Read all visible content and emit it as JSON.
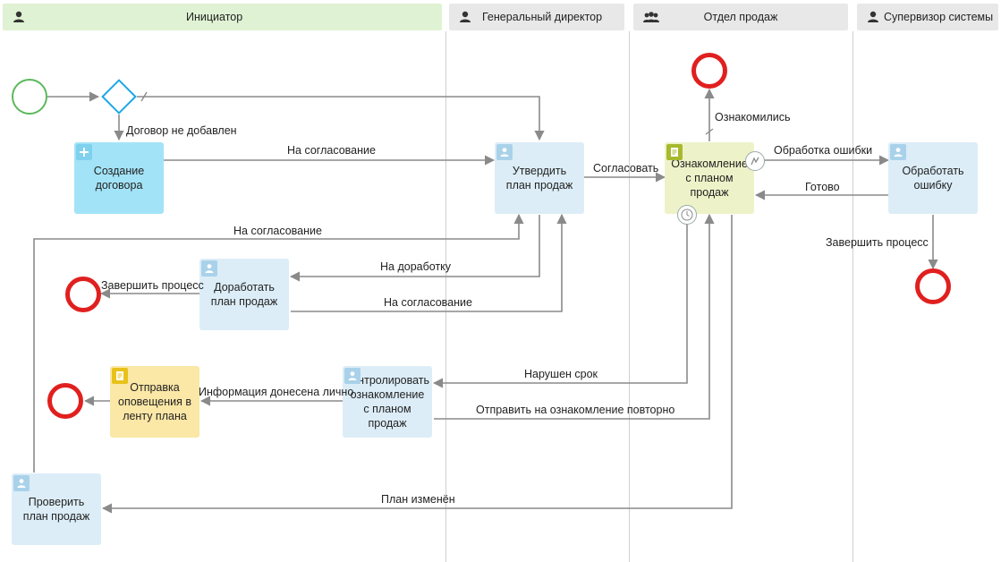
{
  "lanes": [
    {
      "name": "Инициатор",
      "color": "#dff2d3",
      "icon": "user-icon"
    },
    {
      "name": "Генеральный директор",
      "color": "#e8e8e8",
      "icon": "user-icon"
    },
    {
      "name": "Отдел продаж",
      "color": "#e8e8e8",
      "icon": "group-icon"
    },
    {
      "name": "Супервизор системы",
      "color": "#e8e8e8",
      "icon": "user-icon"
    }
  ],
  "tasks": {
    "create_contract": "Создание\nдоговора",
    "approve_plan": "Утвердить\nплан продаж",
    "review_plan": "Ознакомление\nс планом\nпродаж",
    "handle_error": "Обработать\nошибку",
    "rework_plan": "Доработать\nплан продаж",
    "notify_feed": "Отправка\nоповещения в\nленту плана",
    "control_review": "Контролировать\nознакомление\nс планом\nпродаж",
    "check_plan": "Проверить\nплан продаж"
  },
  "flows": {
    "contract_not_added": "Договор не добавлен",
    "to_approval_1": "На согласование",
    "approve": "Согласовать",
    "error_handling": "Обработка ошибки",
    "done": "Готово",
    "acquainted": "Ознакомились",
    "to_approval_2": "На согласование",
    "finish_process_1": "Завершить процесс",
    "to_rework": "На доработку",
    "finish_process_2": "Завершить процесс",
    "to_approval_3": "На согласование",
    "deadline_missed": "Нарушен срок",
    "info_personal": "Информация донесена лично",
    "resend_review": "Отправить на ознакомление повторно",
    "plan_changed": "План изменён"
  },
  "colors": {
    "arrow": "#8a8a8a",
    "start": "#5cb85c",
    "end": "#e0201f",
    "gateway": "#1aa7e6"
  }
}
